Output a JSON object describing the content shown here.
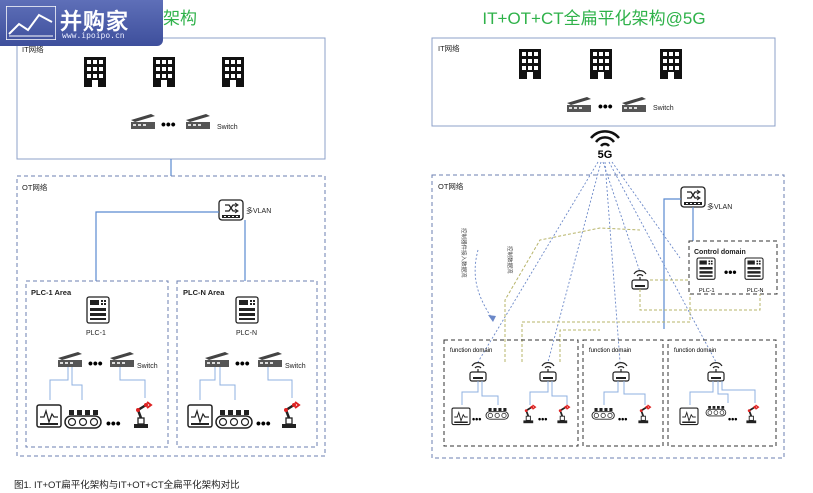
{
  "watermark": {
    "brand": "并购家",
    "url": "www.ipoipo.cn"
  },
  "left": {
    "title_visible": "架构",
    "it_label": "IT网络",
    "switch_label": "Switch",
    "ot_label": "OT网络",
    "vlan_label": "多VLAN",
    "area1": {
      "title": "PLC-1 Area",
      "plc": "PLC-1",
      "switch": "Switch"
    },
    "area2": {
      "title": "PLC-N Area",
      "plc": "PLC-N",
      "switch": "Switch"
    }
  },
  "right": {
    "title": "IT+OT+CT全扁平化架构@5G",
    "it_label": "IT网络",
    "switch_label": "Switch",
    "fiveg_label": "5G",
    "ot_label": "OT网络",
    "vlan_label": "多VLAN",
    "control_domain": "Control domain",
    "plc1": "PLC-1",
    "plcn": "PLC-N",
    "annot1": "控制器件接入数据流",
    "annot2": "控制数据流",
    "function_domain": "function domain"
  },
  "caption": "图1. IT+OT扁平化架构与IT+OT+CT全扁平化架构对比",
  "colors": {
    "title_green": "#2fb24a",
    "line_blue": "#5b8ad0",
    "dash_border": "#6b7fb0",
    "dotted_olive": "#b7b46a"
  }
}
